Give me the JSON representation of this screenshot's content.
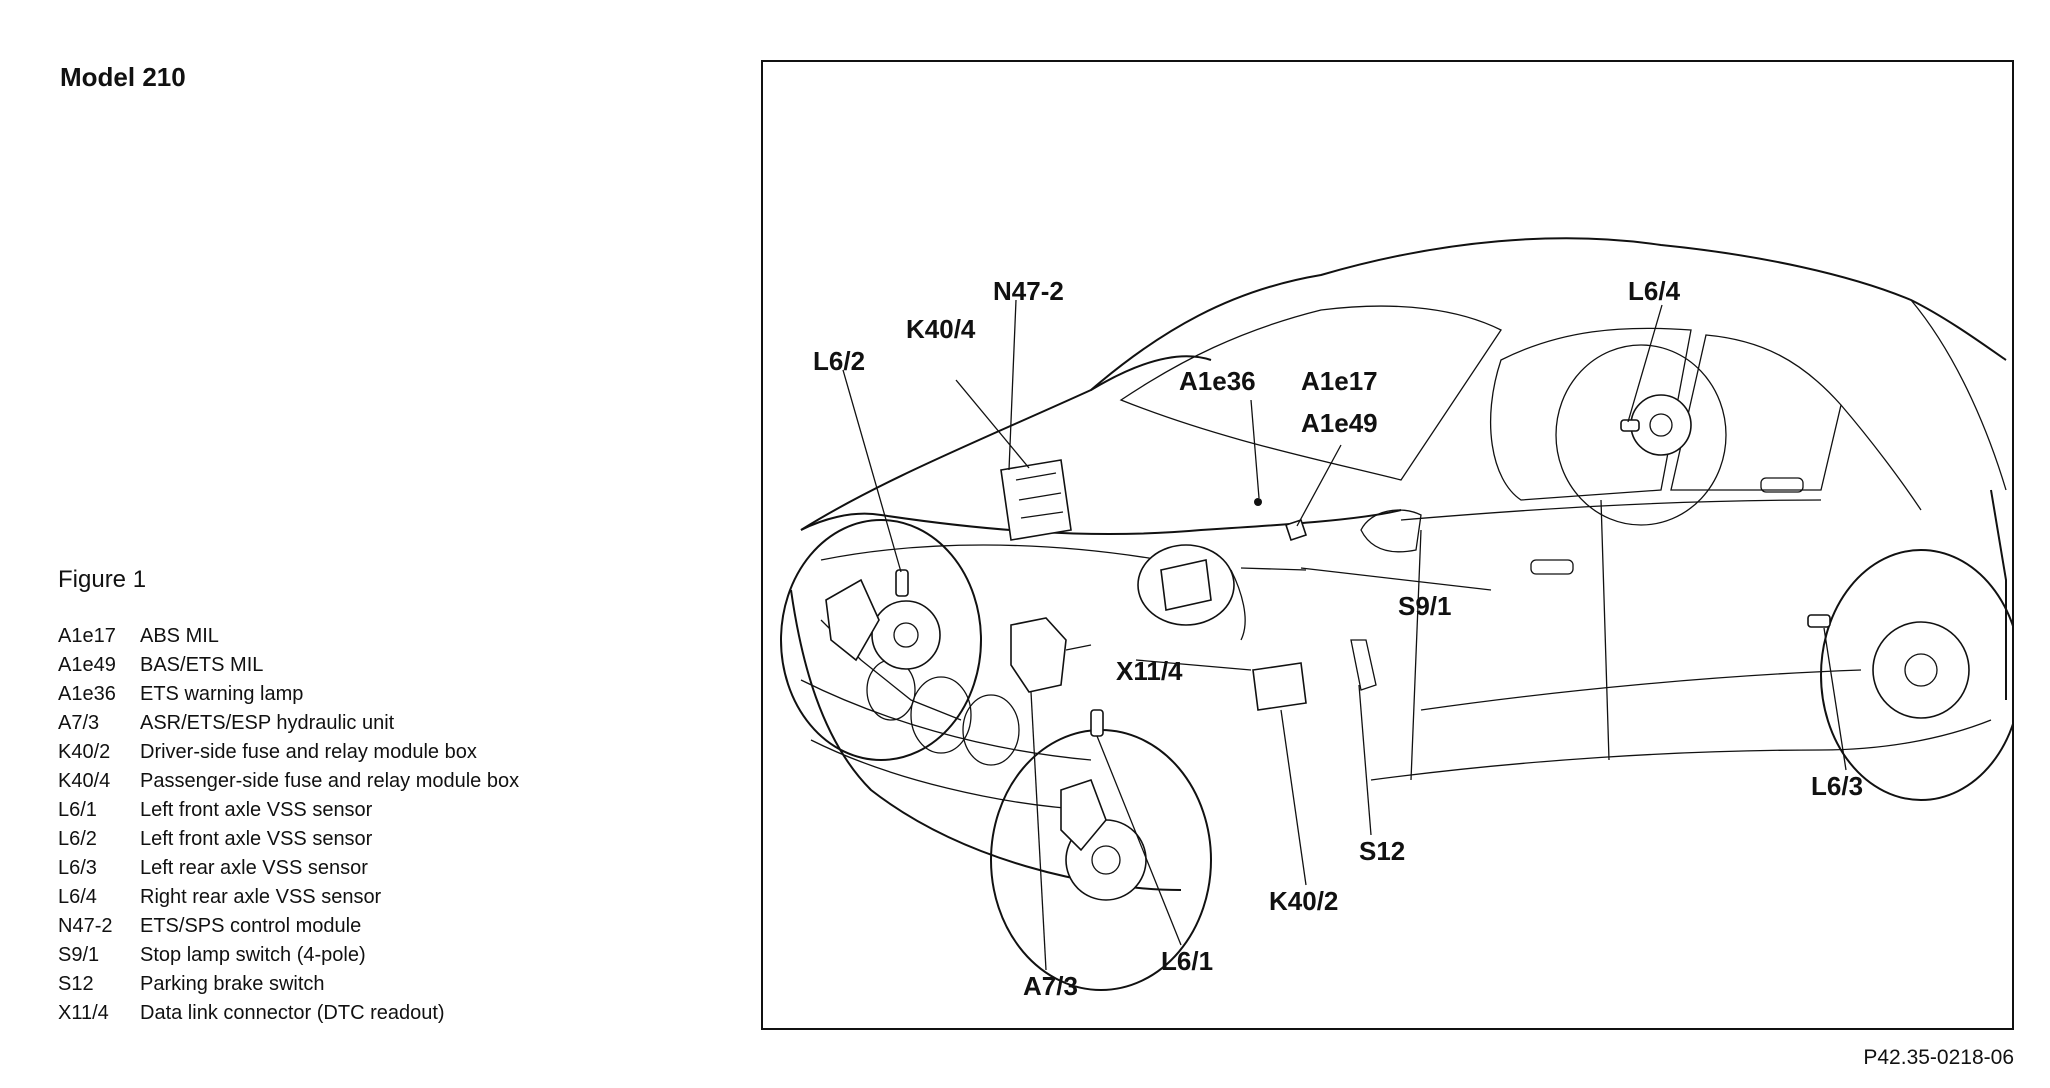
{
  "model_title": "Model 210",
  "figure_title": "Figure 1",
  "legend": [
    {
      "code": "A1e17",
      "desc": "ABS MIL"
    },
    {
      "code": "A1e49",
      "desc": "BAS/ETS MIL"
    },
    {
      "code": "A1e36",
      "desc": "ETS warning lamp"
    },
    {
      "code": "A7/3",
      "desc": "ASR/ETS/ESP hydraulic unit"
    },
    {
      "code": "K40/2",
      "desc": "Driver-side fuse and relay module box"
    },
    {
      "code": "K40/4",
      "desc": "Passenger-side fuse and relay module box"
    },
    {
      "code": "L6/1",
      "desc": "Left front axle VSS sensor"
    },
    {
      "code": "L6/2",
      "desc": "Left front axle VSS sensor"
    },
    {
      "code": "L6/3",
      "desc": "Left rear axle VSS sensor"
    },
    {
      "code": "L6/4",
      "desc": "Right rear axle VSS sensor"
    },
    {
      "code": "N47-2",
      "desc": "ETS/SPS control module"
    },
    {
      "code": "S9/1",
      "desc": "Stop lamp switch (4-pole)"
    },
    {
      "code": "S12",
      "desc": "Parking brake switch"
    },
    {
      "code": "X11/4",
      "desc": "Data link connector (DTC readout)"
    }
  ],
  "callouts": {
    "n47_2": "N47-2",
    "k40_4": "K40/4",
    "l6_2": "L6/2",
    "a1e36": "A1e36",
    "a1e17": "A1e17",
    "a1e49": "A1e49",
    "l6_4": "L6/4",
    "s9_1": "S9/1",
    "x11_4": "X11/4",
    "l6_3": "L6/3",
    "s12": "S12",
    "k40_2": "K40/2",
    "l6_1": "L6/1",
    "a7_3": "A7/3"
  },
  "reference_code": "P42.35-0218-06"
}
